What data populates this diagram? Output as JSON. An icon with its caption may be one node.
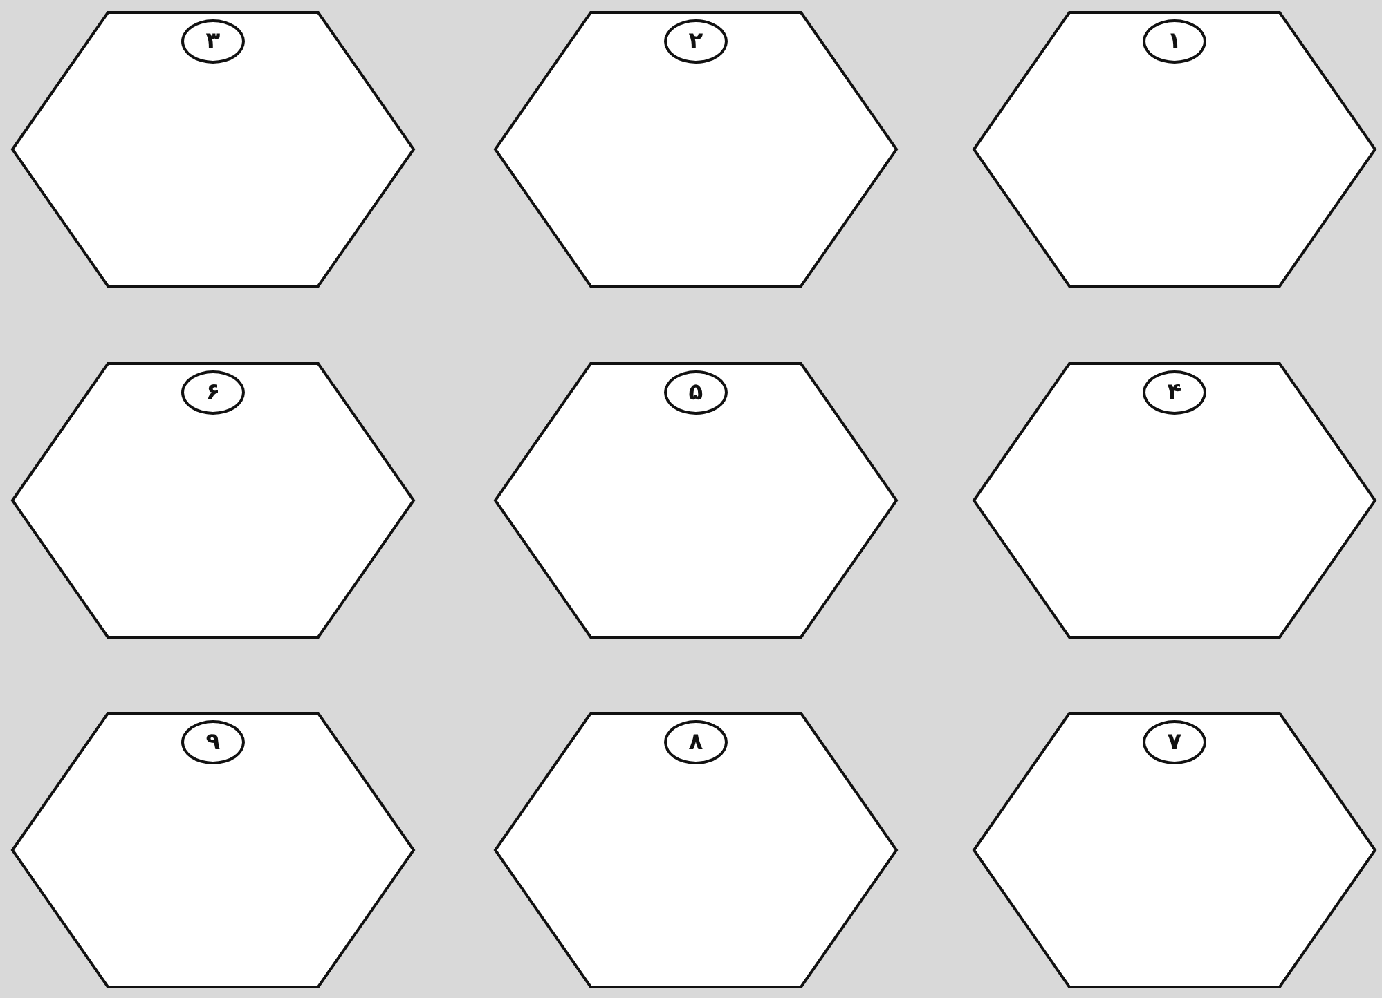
{
  "diagram": {
    "nodes": [
      {
        "text": [],
        "shape": "hexagon"
      },
      {
        "text": [
          "۱"
        ],
        "in": 0
      },
      {
        "text": [],
        "shape": "hexagon"
      },
      {
        "text": [
          "۲"
        ],
        "in": 2
      },
      {
        "text": [],
        "shape": "hexagon"
      },
      {
        "text": [
          "۳"
        ],
        "in": 4
      },
      {
        "text": [],
        "shape": "hexagon"
      },
      {
        "text": [
          "۴"
        ],
        "in": 6
      },
      {
        "text": [],
        "shape": "hexagon"
      },
      {
        "text": [
          "۵"
        ],
        "in": 8
      },
      {
        "text": [],
        "shape": "hexagon"
      },
      {
        "text": [
          "۶"
        ],
        "in": 10
      },
      {
        "text": [],
        "shape": "hexagon"
      },
      {
        "text": [
          "۷"
        ],
        "in": 12
      },
      {
        "text": [],
        "shape": "hexagon"
      },
      {
        "text": [
          "۸"
        ],
        "in": 14
      },
      {
        "text": [],
        "shape": "hexagon"
      },
      {
        "text": [
          "۹"
        ],
        "in": 16
      }
    ]
  }
}
